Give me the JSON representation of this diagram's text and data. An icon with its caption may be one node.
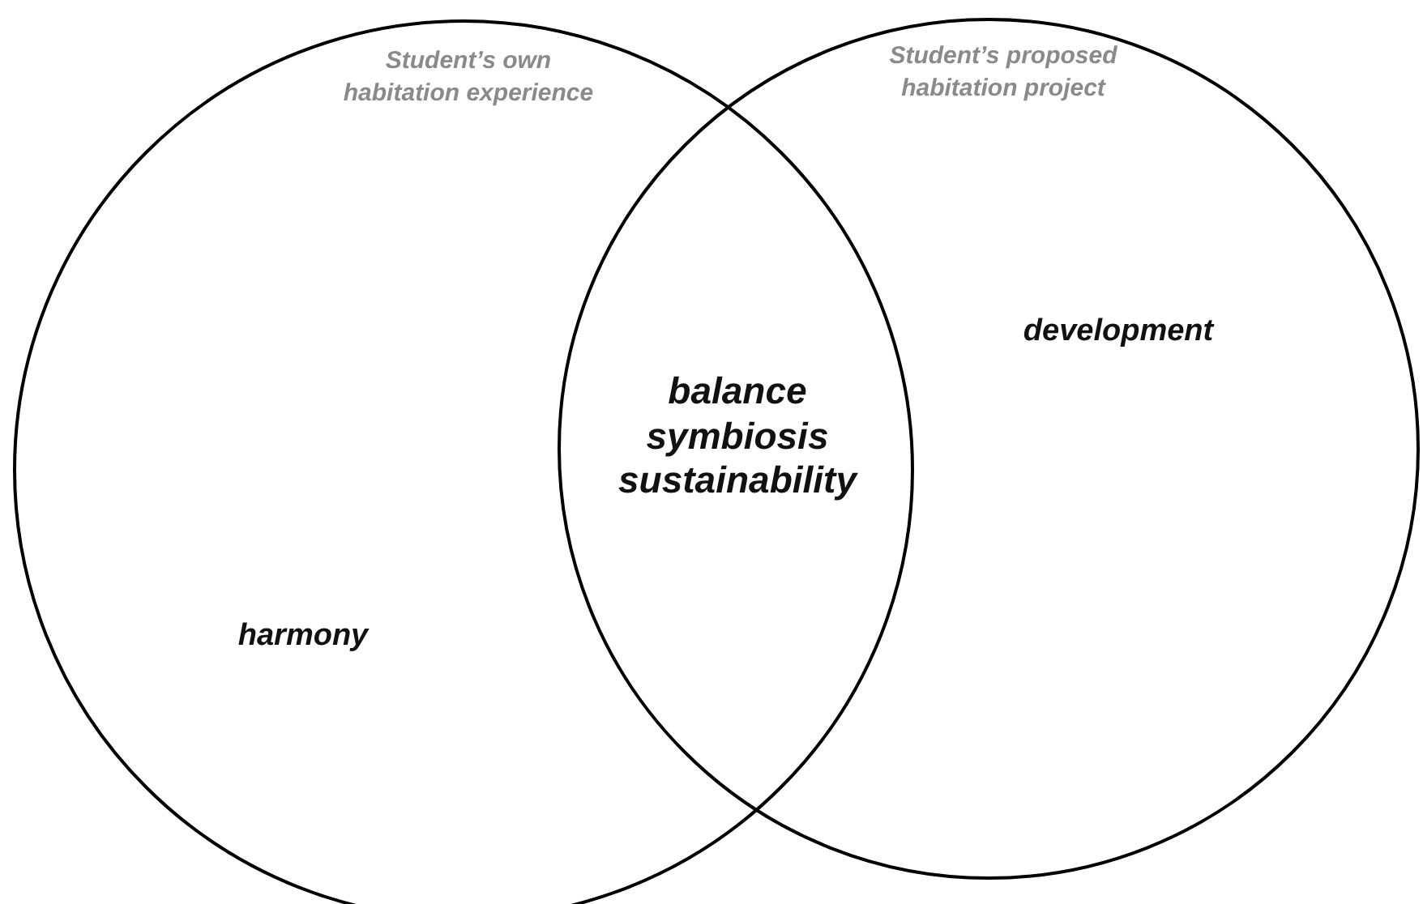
{
  "diagram": {
    "nodes": [
      {
        "text": [
          "Student’s own habitation experience",
          "harmony"
        ]
      },
      {
        "text": [
          "Student’s proposed habitation project",
          "development"
        ]
      }
    ],
    "edges": [],
    "labels": [
      "balance",
      "symbiosis",
      "sustainability"
    ]
  }
}
